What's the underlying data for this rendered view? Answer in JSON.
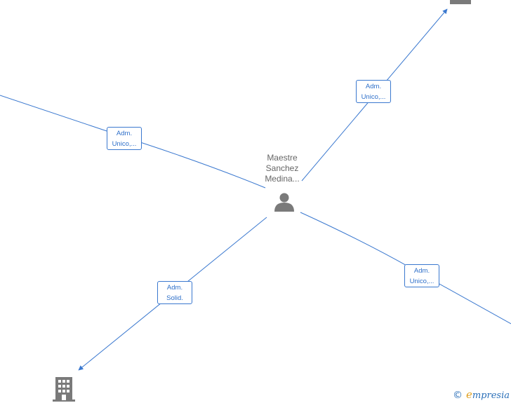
{
  "center_node": {
    "name": "Maestre\nSanchez\nMedina...",
    "type": "person"
  },
  "edges": [
    {
      "id": "top-right",
      "label": "Adm.\nUnico,...",
      "target_type": "company"
    },
    {
      "id": "left",
      "label": "Adm.\nUnico,...",
      "target_type": "company"
    },
    {
      "id": "right",
      "label": "Adm.\nUnico,...",
      "target_type": "company"
    },
    {
      "id": "bottom-left",
      "label": "Adm.\nSolid.",
      "target_type": "company"
    }
  ],
  "colors": {
    "edge": "#3a78cf",
    "icon": "#7a7a7a",
    "label_text": "#666666"
  },
  "branding": {
    "copyright": "©",
    "e": "e",
    "rest": "mpresia"
  }
}
